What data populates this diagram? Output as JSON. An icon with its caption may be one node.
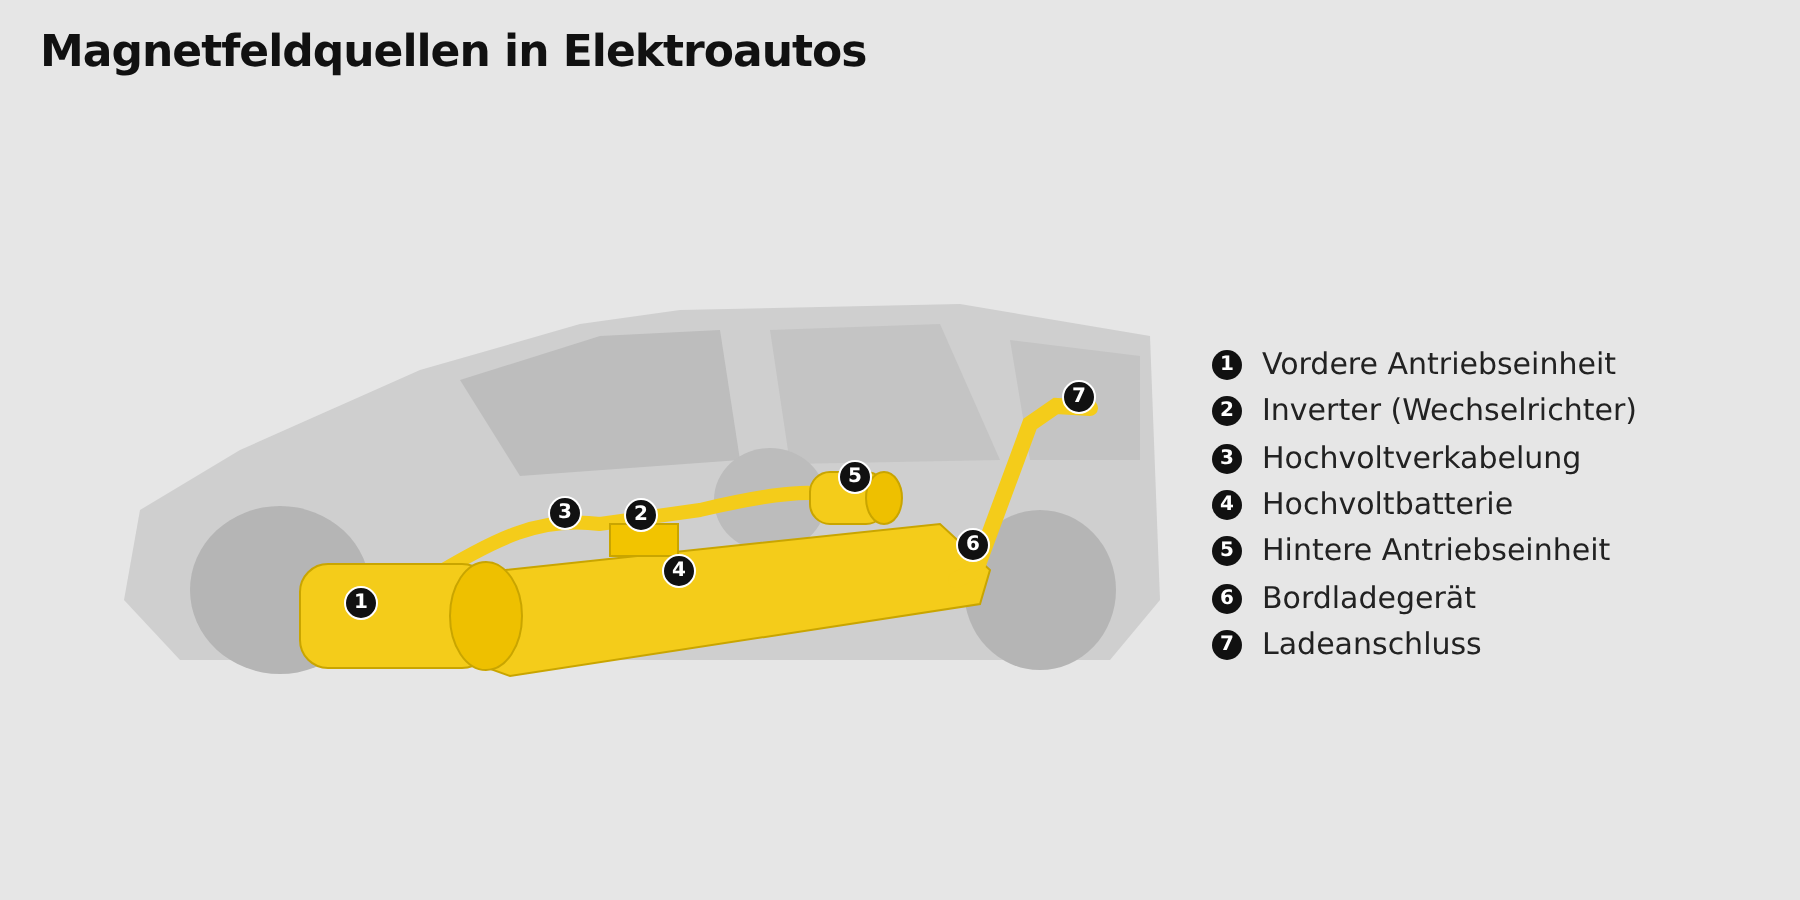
{
  "diagram": {
    "title": "Magnetfeldquellen in Elektroautos",
    "labels": [
      "1",
      "2",
      "3",
      "4",
      "5",
      "6",
      "7",
      "1",
      "Vordere Antriebseinheit",
      "2",
      "Inverter (Wechselrichter)",
      "3",
      "Hochvoltverkabelung",
      "4",
      "Hochvoltbatterie",
      "5",
      "Hintere Antriebseinheit",
      "6",
      "Bordladegerät",
      "7",
      "Ladeanschluss"
    ]
  }
}
